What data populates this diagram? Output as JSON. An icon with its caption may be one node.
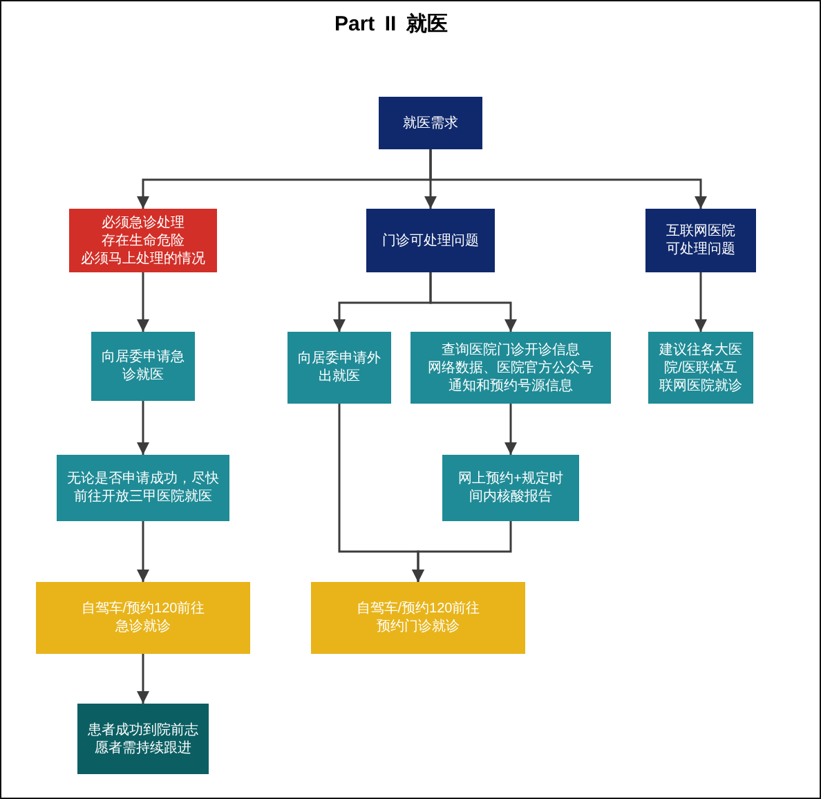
{
  "diagram": {
    "title": "Part II 就医",
    "nodes": [
      {
        "text": [
          "就医需求"
        ]
      },
      {
        "text": [
          "必须急诊处理存在生命危险必须马上处理的情况"
        ]
      },
      {
        "text": [
          "门诊可处理问题"
        ]
      },
      {
        "text": [
          "互联网医院可处理问题"
        ]
      },
      {
        "text": [
          "向居委申请急诊就医"
        ]
      },
      {
        "text": [
          "向居委申请外出就医"
        ]
      },
      {
        "text": [
          "查询医院门诊开诊信息",
          "网络数据、医院官方公众号通知和预约号源信息"
        ]
      },
      {
        "text": [
          "建议往各大医院/医联体互联网医院就诊"
        ]
      },
      {
        "text": [
          "无论是否申请成功，尽快前往开放三甲医院就医"
        ]
      },
      {
        "text": [
          "网上预约+规定时间内核酸报告"
        ]
      },
      {
        "text": [
          "自驾车/预约120前往急诊就诊"
        ]
      },
      {
        "text": [
          "自驾车/预约120前往预约门诊就诊"
        ]
      },
      {
        "text": [
          "患者成功到院前志愿者需持续跟进"
        ]
      }
    ],
    "edges": [
      {
        "from": 0,
        "to": 1,
        "arrow": "to"
      },
      {
        "from": 0,
        "to": 2,
        "arrow": "to"
      },
      {
        "from": 0,
        "to": 3,
        "arrow": "to"
      },
      {
        "from": 1,
        "to": 4,
        "arrow": "to"
      },
      {
        "from": 2,
        "to": 5,
        "arrow": "to"
      },
      {
        "from": 2,
        "to": 6,
        "arrow": "to"
      },
      {
        "from": 3,
        "to": 7,
        "arrow": "to"
      },
      {
        "from": 4,
        "to": 8,
        "arrow": "to"
      },
      {
        "from": 6,
        "to": 9,
        "arrow": "to"
      },
      {
        "from": 8,
        "to": 10,
        "arrow": "to"
      },
      {
        "from": 5,
        "to": 11,
        "arrow": "to"
      },
      {
        "from": 9,
        "to": 11,
        "arrow": "to"
      },
      {
        "from": 10,
        "to": 12,
        "arrow": "to"
      }
    ]
  }
}
